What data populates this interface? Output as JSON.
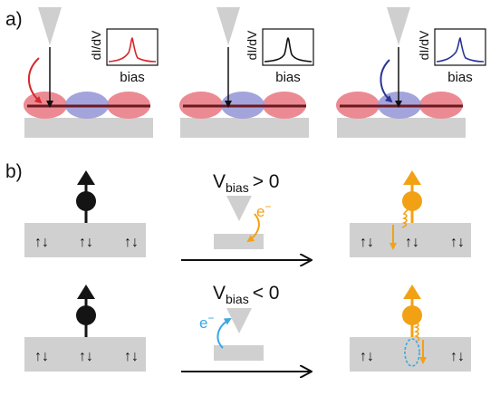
{
  "panel_labels": {
    "a": "a)",
    "b": "b)"
  },
  "insets": [
    {
      "ylabel": "dI/dV",
      "xlabel": "bias",
      "curve_color": "#d9262c",
      "shape": "asymmetric-peak"
    },
    {
      "ylabel": "dI/dV",
      "xlabel": "bias",
      "curve_color": "#111111",
      "shape": "symmetric-peak"
    },
    {
      "ylabel": "dI/dV",
      "xlabel": "bias",
      "curve_color": "#2a3594",
      "shape": "asymmetric-peak"
    }
  ],
  "conditions": [
    {
      "v": "V",
      "sub": "bias",
      "rel": "> 0"
    },
    {
      "v": "V",
      "sub": "bias",
      "rel": "< 0"
    }
  ],
  "electron": {
    "symbol": "e",
    "sup": "−"
  },
  "spin_pair_glyph": "↑↓",
  "colors": {
    "red_orbital": "#ec8a93",
    "blue_orbital": "#9a9ad8",
    "substrate": "#d0d0d0",
    "tip": "#cfcfcf",
    "spin_initial": "#141414",
    "spin_excited": "#f2a115",
    "electron_pos_bias": "#f2a115",
    "electron_neg_bias": "#3aa7e0",
    "arrow_red": "#d9262c",
    "arrow_blue": "#2a3594"
  },
  "icons": [
    "stm-tip-icon",
    "spin-arrow-icon",
    "electron-icon",
    "wavy-spin-flip-icon",
    "process-arrow-icon"
  ]
}
